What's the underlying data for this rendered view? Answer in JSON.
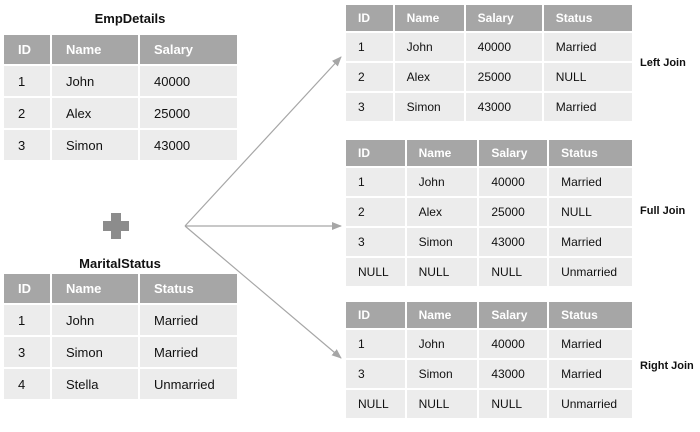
{
  "emp": {
    "title": "EmpDetails",
    "headers": [
      "ID",
      "Name",
      "Salary"
    ],
    "rows": [
      [
        "1",
        "John",
        "40000"
      ],
      [
        "2",
        "Alex",
        "25000"
      ],
      [
        "3",
        "Simon",
        "43000"
      ]
    ]
  },
  "marital": {
    "title": "MaritalStatus",
    "headers": [
      "ID",
      "Name",
      "Status"
    ],
    "rows": [
      [
        "1",
        "John",
        "Married"
      ],
      [
        "3",
        "Simon",
        "Married"
      ],
      [
        "4",
        "Stella",
        "Unmarried"
      ]
    ]
  },
  "left_join": {
    "label": "Left Join",
    "headers": [
      "ID",
      "Name",
      "Salary",
      "Status"
    ],
    "rows": [
      [
        "1",
        "John",
        "40000",
        "Married"
      ],
      [
        "2",
        "Alex",
        "25000",
        "NULL"
      ],
      [
        "3",
        "Simon",
        "43000",
        "Married"
      ]
    ]
  },
  "full_join": {
    "label": "Full Join",
    "headers": [
      "ID",
      "Name",
      "Salary",
      "Status"
    ],
    "rows": [
      [
        "1",
        "John",
        "40000",
        "Married"
      ],
      [
        "2",
        "Alex",
        "25000",
        "NULL"
      ],
      [
        "3",
        "Simon",
        "43000",
        "Married"
      ],
      [
        "NULL",
        "NULL",
        "NULL",
        "Unmarried"
      ]
    ]
  },
  "right_join": {
    "label": "Right Join",
    "headers": [
      "ID",
      "Name",
      "Salary",
      "Status"
    ],
    "rows": [
      [
        "1",
        "John",
        "40000",
        "Married"
      ],
      [
        "3",
        "Simon",
        "43000",
        "Married"
      ],
      [
        "NULL",
        "NULL",
        "NULL",
        "Unmarried"
      ]
    ]
  },
  "colors": {
    "header": "#a6a6a6",
    "cell": "#ececec",
    "arrow": "#a6a6a6",
    "plus": "#8c8c8c"
  },
  "icons": {
    "plus": "plus-icon"
  }
}
